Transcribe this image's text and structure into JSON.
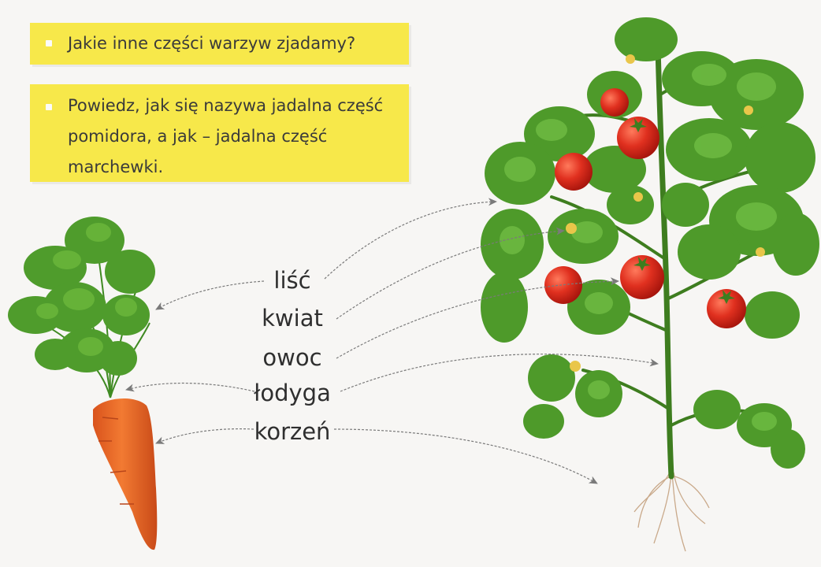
{
  "questions": [
    {
      "lines": [
        "Jakie inne części warzyw zjadamy?"
      ]
    },
    {
      "lines": [
        "Powiedz, jak się nazywa jadalna część",
        "pomidora, a jak – jadalna część",
        "marchewki."
      ]
    }
  ],
  "labels": {
    "lisc": "liść",
    "kwiat": "kwiat",
    "owoc": "owoc",
    "lodyga": "łodyga",
    "korzen": "korzeń"
  },
  "colors": {
    "question_bg": "#f7e84a",
    "leaf": "#4e9a2a",
    "tomato": "#d9271c",
    "carrot": "#e8692a",
    "arrow": "#7a7a7a"
  }
}
